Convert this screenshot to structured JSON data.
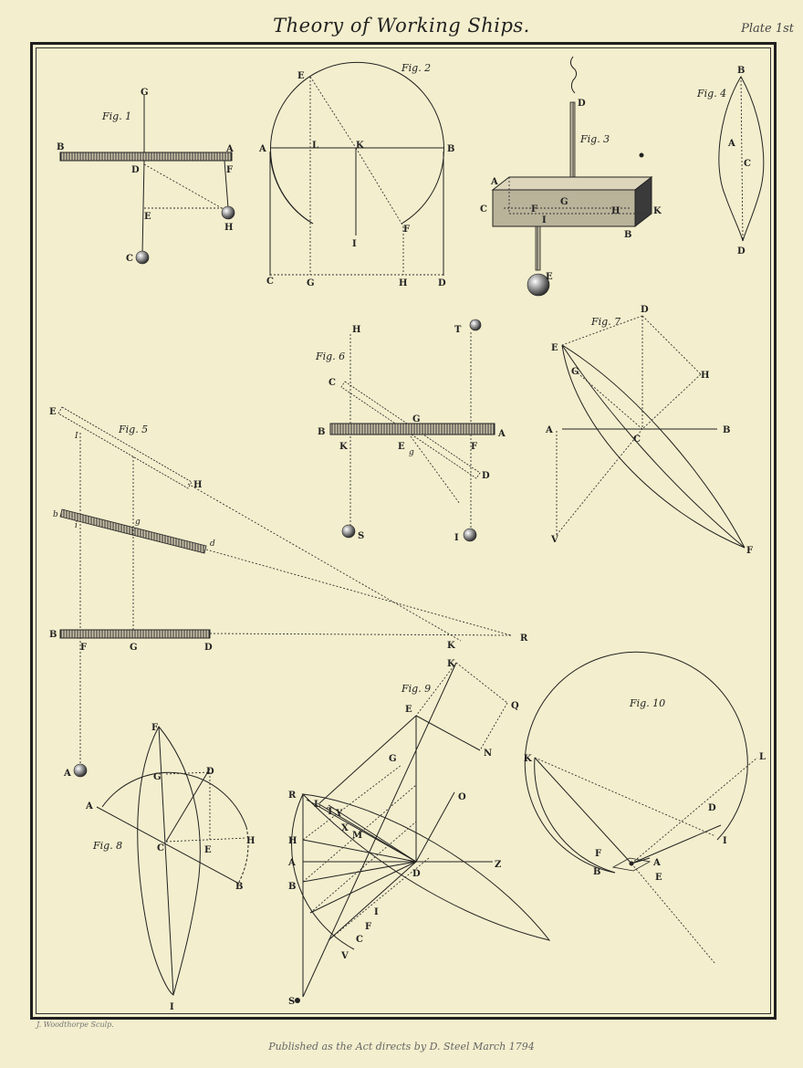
{
  "header": {
    "title": "Theory of Working Ships.",
    "plate": "Plate 1st"
  },
  "footer": {
    "engraver": "J. Woodthorpe Sculp.",
    "publisher": "Published as the Act directs by D. Steel March 1794"
  },
  "figures": {
    "fig1": {
      "caption": "Fig. 1",
      "labels": [
        "G",
        "B",
        "A",
        "D",
        "F",
        "E",
        "H",
        "C"
      ]
    },
    "fig2": {
      "caption": "Fig. 2",
      "labels": [
        "E",
        "A",
        "L",
        "K",
        "B",
        "I",
        "F",
        "C",
        "G",
        "H",
        "D"
      ]
    },
    "fig3": {
      "caption": "Fig. 3",
      "labels": [
        "D",
        "A",
        "C",
        "F",
        "G",
        "H",
        "K",
        "I",
        "B",
        "E"
      ]
    },
    "fig4": {
      "caption": "Fig. 4",
      "labels": [
        "B",
        "A",
        "C",
        "D"
      ]
    },
    "fig5": {
      "caption": "Fig. 5",
      "labels": [
        "E",
        "I",
        "H",
        "b",
        "i",
        "g",
        "d",
        "B",
        "F",
        "G",
        "D",
        "K",
        "R",
        "A"
      ]
    },
    "fig6": {
      "caption": "Fig. 6",
      "labels": [
        "H",
        "T",
        "C",
        "G",
        "B",
        "A",
        "K",
        "E",
        "F",
        "g",
        "D",
        "S",
        "I"
      ]
    },
    "fig7": {
      "caption": "Fig. 7",
      "labels": [
        "D",
        "E",
        "G",
        "H",
        "A",
        "C",
        "B",
        "V",
        "F"
      ]
    },
    "fig8": {
      "caption": "Fig. 8",
      "labels": [
        "F",
        "D",
        "G",
        "A",
        "H",
        "C",
        "E",
        "B",
        "I"
      ]
    },
    "fig9": {
      "caption": "Fig. 9",
      "labels": [
        "K",
        "Q",
        "E",
        "N",
        "G",
        "O",
        "R",
        "L",
        "T",
        "Y",
        "X",
        "M",
        "H",
        "A",
        "D",
        "Z",
        "B",
        "I",
        "F",
        "C",
        "V",
        "S"
      ]
    },
    "fig10": {
      "caption": "Fig. 10",
      "labels": [
        "K",
        "L",
        "D",
        "I",
        "F",
        "A",
        "B",
        "E"
      ]
    }
  }
}
